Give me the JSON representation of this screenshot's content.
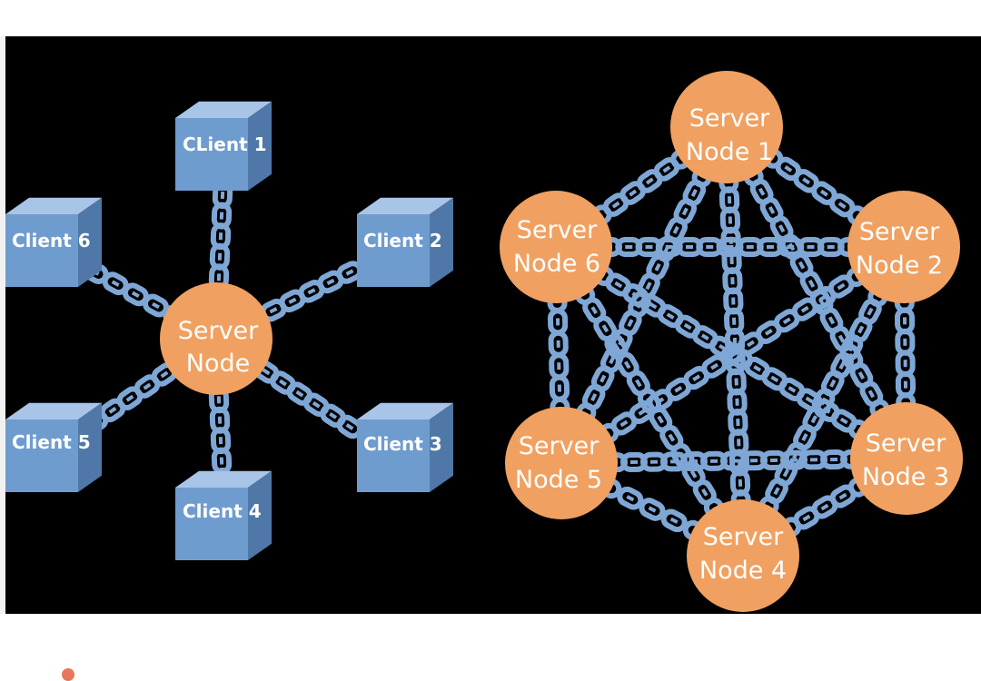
{
  "colors": {
    "background": "#000000",
    "cube_front": "#6f9ccf",
    "cube_top": "#a8c4e6",
    "cube_side": "#4f78a8",
    "node": "#f0a060",
    "chain": "#7fa7d6",
    "label": "#ffffff"
  },
  "centralized": {
    "server": {
      "line1": "Server",
      "line2": "Node"
    },
    "clients": [
      {
        "label": "CLient 1"
      },
      {
        "label": "Client 2"
      },
      {
        "label": "Client 3"
      },
      {
        "label": "Client 4"
      },
      {
        "label": "Client 5"
      },
      {
        "label": "Client 6"
      }
    ]
  },
  "decentralized": {
    "nodes": [
      {
        "line1": "Server",
        "line2": "Node 1"
      },
      {
        "line1": "Server",
        "line2": "Node 2"
      },
      {
        "line1": "Server",
        "line2": "Node 3"
      },
      {
        "line1": "Server",
        "line2": "Node 4"
      },
      {
        "line1": "Server",
        "line2": "Node 5"
      },
      {
        "line1": "Server",
        "line2": "Node 6"
      }
    ]
  }
}
